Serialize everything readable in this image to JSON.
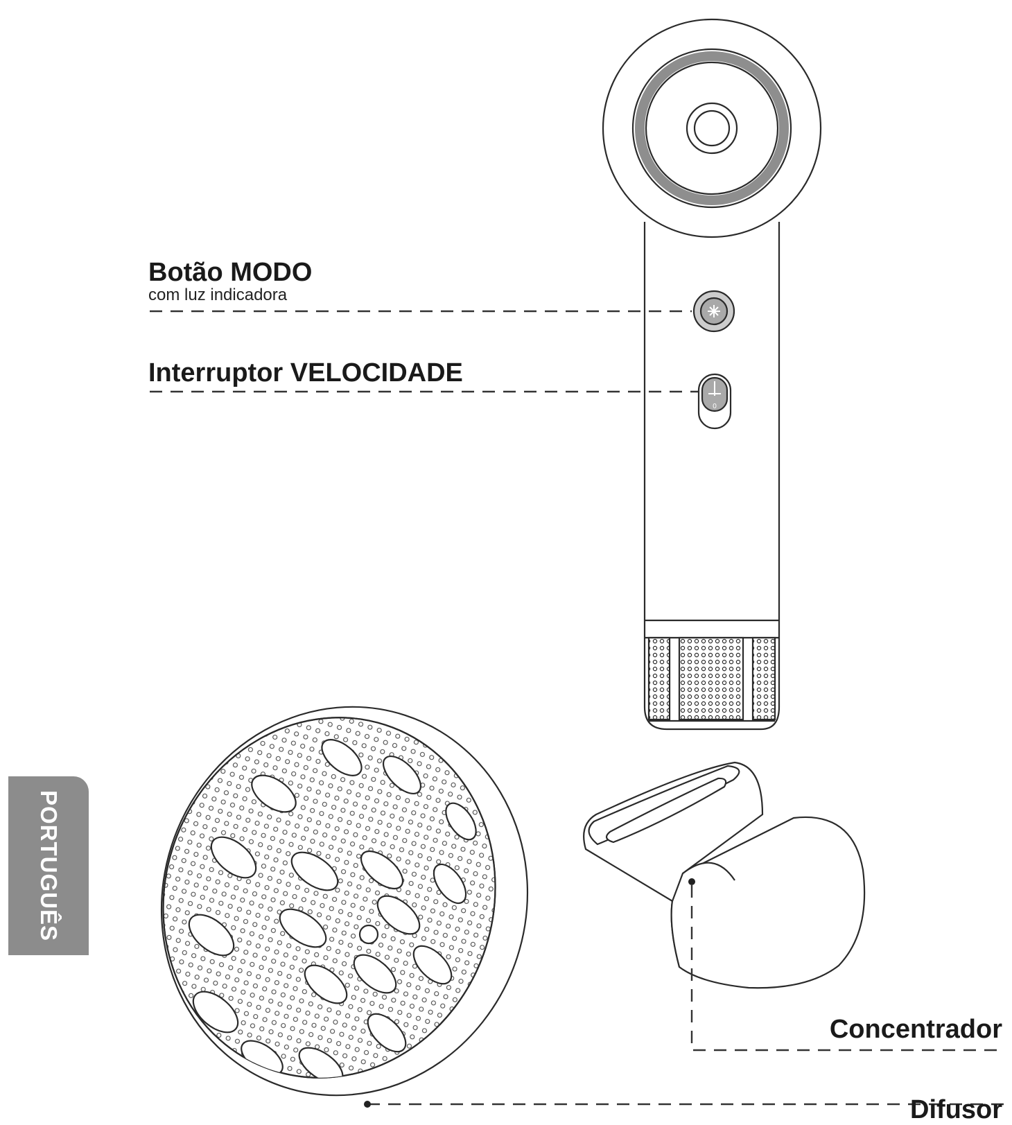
{
  "labels": {
    "mode_button": "Botão MODO",
    "mode_button_sub": "com luz indicadora",
    "speed_switch": "Interruptor VELOCIDADE",
    "concentrator": "Concentrador",
    "diffuser": "Difusor"
  },
  "language_tab": "PORTUGUÊS",
  "colors": {
    "line": "#2a2a2a",
    "tab": "#8c8c8c",
    "ring": "#9a9a9a"
  }
}
